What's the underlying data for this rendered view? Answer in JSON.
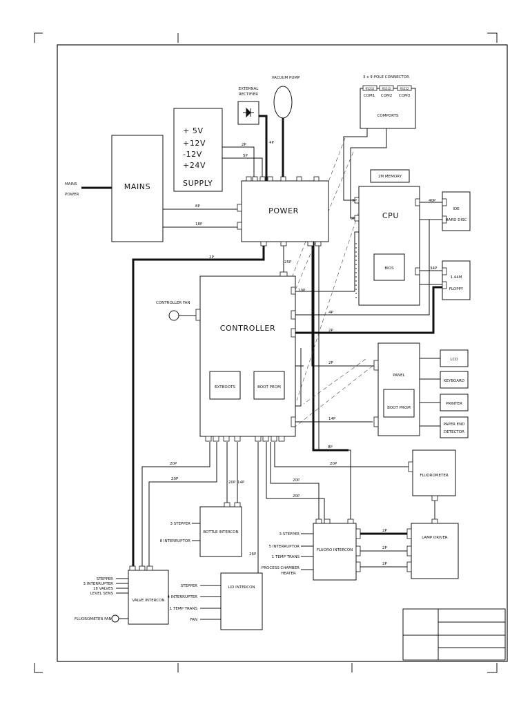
{
  "power": {
    "title": "POWER"
  },
  "mains": {
    "title": "MAINS",
    "input_line1": "MAINS",
    "input_line2": "POWER"
  },
  "supply": {
    "v1": "+ 5V",
    "v2": "+12V",
    "v3": "-12V",
    "v4": "+24V",
    "label": "SUPPLY"
  },
  "rectifier": {
    "line1": "EXTERNAL",
    "line2": "RECTIFIER"
  },
  "vacuum_pump": {
    "label": "VACUUM PUMP"
  },
  "comports": {
    "title": "3 x 9-POLE CONNECTOR",
    "box_label": "COMPORTS",
    "ports": [
      "RS232",
      "RS232",
      "RS232"
    ],
    "com": [
      "COM1",
      "COM2",
      "COM3"
    ]
  },
  "cpu": {
    "title": "CPU",
    "memory": "2M MEMORY",
    "bios": "BIOS"
  },
  "ide": {
    "line1": "IDE",
    "line2": "HARD DISC"
  },
  "floppy": {
    "line1": "1.44M",
    "line2": "FLOPPY"
  },
  "controller": {
    "title": "CONTROLLER",
    "fan": "CONTROLLER FAN",
    "chip1": "EXTBOOTS",
    "chip2": "BOOT PROM"
  },
  "panel": {
    "title": "PANEL",
    "boot_prom": "BOOT PROM"
  },
  "peripherals": {
    "lcd": "LCD",
    "keyboard": "KEYBOARD",
    "printer": "PRINTER",
    "paper_end1": "PAPER END",
    "paper_end2": "DETECTOR"
  },
  "fluorometer": {
    "title": "FLUOROMETER"
  },
  "lamp_driver": {
    "title": "LAMP DRIVER"
  },
  "bottle_intercon": {
    "title": "BOTTLE INTERCON",
    "inputs": [
      "3 STEPPER",
      "8 INTERRUPTOR"
    ]
  },
  "fluoro_intercon": {
    "title": "FLUORO INTERCON",
    "inputs": [
      "3 STEPPER",
      "5 INTERRUPTOR",
      "1 TEMP TRANS",
      "PROCESS CHAMBER",
      "HEATER"
    ]
  },
  "valve_intercon": {
    "title": "VALVE INTERCON",
    "inputs": [
      "STEPPER",
      "3 INTERRUPTER",
      "18 VALVES",
      "LEVEL SENS"
    ],
    "fan": "FLUOROMETER FAN"
  },
  "lid_intercon": {
    "title": "LID INTERCON",
    "inputs": [
      "STEPPER",
      "4 INTERRUPTER",
      "1 TEMP TRANS",
      "FAN"
    ]
  },
  "wire_labels": {
    "p2p_rect": "2P",
    "p5p_supply": "5P",
    "p4p_pump": "4P",
    "p8p_mains": "8P",
    "p18p_mains": "18P",
    "p2p_power_left": "2P",
    "p25p_power_ctrl": "25P",
    "p9p_cpu": "9P",
    "p9p_cpu_b": "9P",
    "p40p_ide": "40P",
    "p34p_floppy": "34P",
    "p10p": "10P",
    "p4p_ctrl": "4P",
    "p2p_ctrl": "2P",
    "p2p_panel": "2P",
    "p14p": "14P",
    "p8p_lamp": "8P",
    "p20p_fluor": "20P",
    "p20p_valve": "20P",
    "p20p_valve2": "20P",
    "p20p_bottle": "20P",
    "p14p_bottle": "14P",
    "p20p_fi1": "20P",
    "p20p_fi2": "20P",
    "p26p_lid": "26P",
    "p2p_lamp1": "2P",
    "p2p_lamp2": "2P",
    "p2p_lamp3": "2P"
  }
}
